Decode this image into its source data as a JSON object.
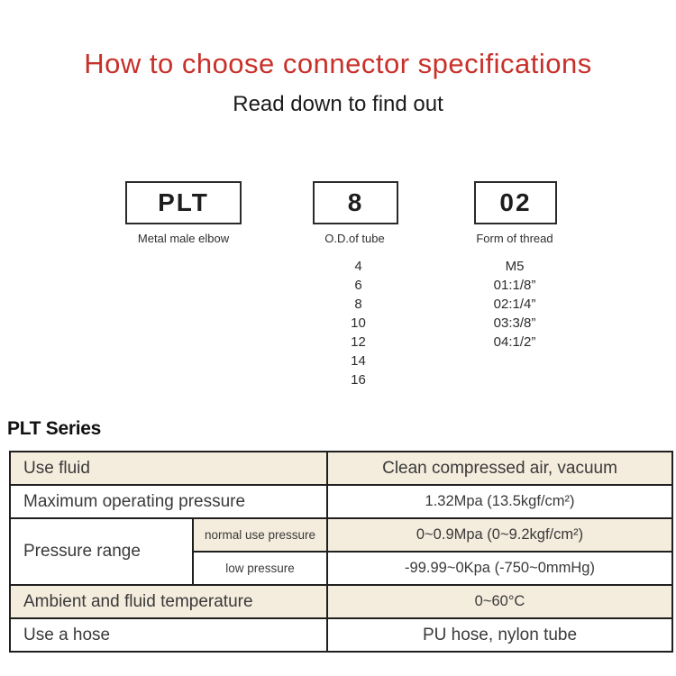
{
  "colors": {
    "accent_red": "#c8302a",
    "table_row_beige": "#f4ecdd",
    "table_border": "#1f1f1f",
    "text_dark": "#3a3a3a"
  },
  "header": {
    "title": "How to choose connector specifications",
    "subtitle": "Read down to find out"
  },
  "builder": {
    "segments": [
      {
        "code": "PLT",
        "label": "Metal male elbow",
        "options": []
      },
      {
        "code": "8",
        "label": "O.D.of tube",
        "options": [
          "4",
          "6",
          "8",
          "10",
          "12",
          "14",
          "16"
        ]
      },
      {
        "code": "02",
        "label": "Form of thread",
        "options": [
          "M5",
          "01:1/8”",
          "02:1/4”",
          "03:3/8”",
          "04:1/2”"
        ]
      }
    ]
  },
  "series": {
    "title": "PLT Series"
  },
  "spec_table": {
    "rows": {
      "use_fluid": {
        "label": "Use fluid",
        "value": "Clean compressed air, vacuum"
      },
      "max_pressure": {
        "label": "Maximum operating pressure",
        "value": "1.32Mpa (13.5kgf/cm²)"
      },
      "pressure_range": {
        "label": "Pressure range",
        "normal": {
          "label": "normal use pressure",
          "value": "0~0.9Mpa (0~9.2kgf/cm²)"
        },
        "low": {
          "label": "low pressure",
          "value": "-99.99~0Kpa (-750~0mmHg)"
        }
      },
      "ambient_temp": {
        "label": "Ambient and fluid temperature",
        "value": "0~60°C"
      },
      "hose": {
        "label": "Use a hose",
        "value": "PU hose, nylon tube"
      }
    }
  }
}
